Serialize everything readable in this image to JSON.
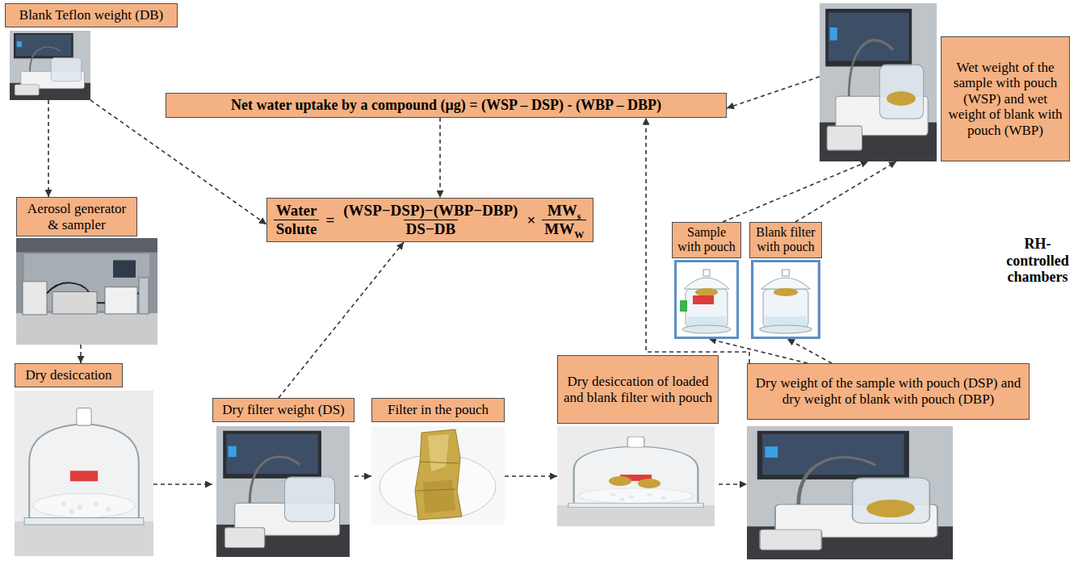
{
  "diagram": {
    "nodes": [
      {
        "text": [
          "Blank Teflon weight (DB)"
        ]
      },
      {
        "text": [
          "Aerosol generator & sampler"
        ]
      },
      {
        "text": [
          "Dry desiccation"
        ]
      },
      {
        "text": [
          "Dry filter weight (DS)"
        ]
      },
      {
        "text": [
          "Filter in the pouch"
        ]
      },
      {
        "text": [
          "Dry desiccation of loaded and blank filter with pouch"
        ]
      },
      {
        "text": [
          "Dry weight of the sample with pouch (DSP) and dry weight of blank with pouch (DBP)"
        ]
      },
      {
        "text": [
          "Net water uptake by a compound (μg) = (WSP – DSP) - (WBP – DBP)"
        ]
      },
      {
        "text": [
          "Water",
          "Solute",
          "=",
          "(WSP−DSP)−(WBP−DBP)",
          "DS−DB",
          "×",
          "MW",
          "s",
          "MW",
          "W"
        ]
      },
      {
        "text": [
          "Sample with pouch"
        ]
      },
      {
        "text": [
          "Blank filter with pouch"
        ]
      },
      {
        "text": [
          "Wet weight of the sample with pouch (WSP) and wet weight of blank with pouch (WBP)"
        ]
      }
    ],
    "edges": [
      {
        "from": 0,
        "to": 1,
        "arrow": "to"
      },
      {
        "from": 0,
        "to": 8,
        "arrow": "to"
      },
      {
        "from": 1,
        "to": 2,
        "arrow": "to"
      },
      {
        "from": 2,
        "to": 3,
        "arrow": "to"
      },
      {
        "from": 3,
        "to": 4,
        "arrow": "to"
      },
      {
        "from": 4,
        "to": 5,
        "arrow": "to"
      },
      {
        "from": 5,
        "to": 6,
        "arrow": "to"
      },
      {
        "from": 6,
        "to": 9,
        "arrow": "to"
      },
      {
        "from": 6,
        "to": 10,
        "arrow": "to"
      },
      {
        "from": 6,
        "to": 7,
        "arrow": "to"
      },
      {
        "from": 9,
        "to": 11,
        "arrow": "to"
      },
      {
        "from": 10,
        "to": 11,
        "arrow": "to"
      },
      {
        "from": 11,
        "to": 7,
        "arrow": "to"
      },
      {
        "from": 7,
        "to": 8,
        "arrow": "to"
      },
      {
        "from": 3,
        "to": 8,
        "arrow": "to"
      }
    ],
    "labels": [
      "RH-controlled chambers"
    ]
  }
}
